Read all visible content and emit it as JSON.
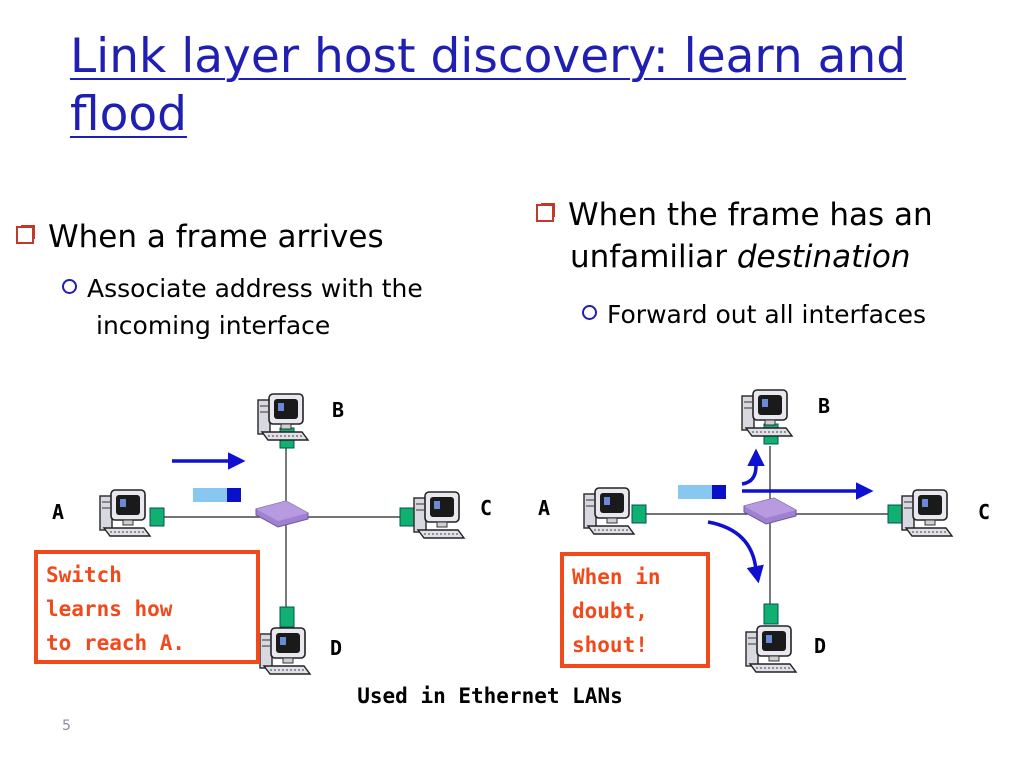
{
  "title": "Link layer host discovery: learn and flood",
  "left": {
    "bullet": "When a frame arrives",
    "sub": "Associate address with the incoming interface",
    "note": "Switch\nlearns how\nto reach A."
  },
  "right": {
    "bullet_pre": "When the frame has an unfamiliar ",
    "bullet_em": "destination",
    "sub": "Forward out all interfaces",
    "note": "When in\ndoubt,\nshout!"
  },
  "hosts": {
    "a": "A",
    "b": "B",
    "c": "C",
    "d": "D"
  },
  "caption": "Used in Ethernet LANs",
  "page_number": "5",
  "colors": {
    "title": "#1f1fb4",
    "arrow": "#1010d0",
    "switch": "#a080d0",
    "note": "#f04a1c",
    "port": "#10b070",
    "frame": "#88c8f0"
  }
}
